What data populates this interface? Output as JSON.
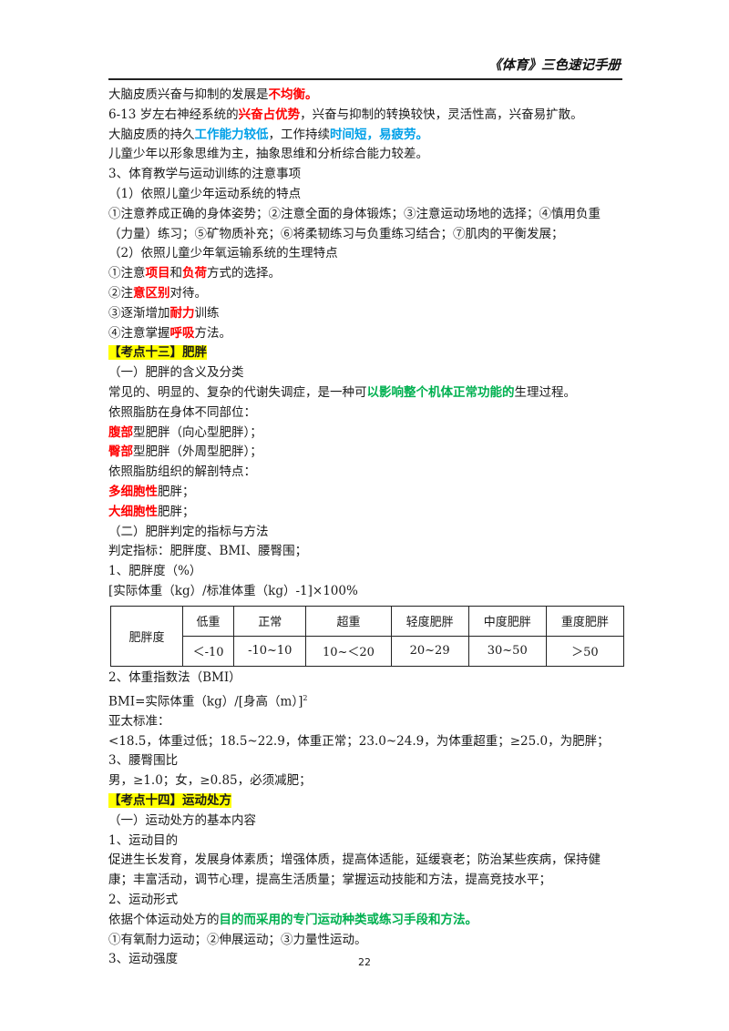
{
  "header": {
    "title": "《体育》三色速记手册"
  },
  "p1": {
    "a": "大脑皮质兴奋与抑制的发展是",
    "b": "不均衡。"
  },
  "p2": {
    "a": "6-13 岁左右神经系统的",
    "b": "兴奋占优势",
    "c": "，兴奋与抑制的转换较快，灵活性高，兴奋易扩散。"
  },
  "p3": {
    "a": "大脑皮质的持久",
    "b": "工作能力较低",
    "c": "，工作持续",
    "d": "时间短，易疲劳。"
  },
  "p4": "儿童少年以形象思维为主，抽象思维和分析综合能力较差。",
  "p5": "3、体育教学与运动训练的注意事项",
  "p6": "（1）依照儿童少年运动系统的特点",
  "p7": "①注意养成正确的身体姿势；②注意全面的身体锻炼；③注意运动场地的选择；④慎用负重",
  "p8": "（力量）练习；⑤矿物质补充；⑥将柔韧练习与负重练习结合；⑦肌肉的平衡发展；",
  "p9": "（2）依照儿童少年氧运输系统的生理特点",
  "p10": {
    "a": "①注意",
    "b": "项目",
    "c": "和",
    "d": "负荷",
    "e": "方式的选择。"
  },
  "p11": {
    "a": "②注",
    "b": "意区别",
    "c": "对待。"
  },
  "p12": {
    "a": "③逐渐增加",
    "b": "耐力",
    "c": "训练"
  },
  "p13": {
    "a": "④注意掌握",
    "b": "呼吸",
    "c": "方法。"
  },
  "kd13": {
    "label": "【考点十三】",
    "title": "肥胖"
  },
  "p14": "（一）肥胖的含义及分类",
  "p15": {
    "a": "常见的、明显的、复杂的代谢失调症，是一种可",
    "b": "以影响整个机体正常功能的",
    "c": "生理过程。"
  },
  "p16": "依照脂肪在身体不同部位：",
  "p17": {
    "a": "腹部",
    "b": "型肥胖（向心型肥胖）；"
  },
  "p18": {
    "a": "臀部",
    "b": "型肥胖（外周型肥胖）；"
  },
  "p19": "依照脂肪组织的解剖特点：",
  "p20": {
    "a": "多细胞性",
    "b": "肥胖；"
  },
  "p21": {
    "a": "大细胞性",
    "b": "肥胖；"
  },
  "p22": "（二）肥胖判定的指标与方法",
  "p23": "判定指标：肥胖度、BMI、腰臀围；",
  "p24": "1、肥胖度（%）",
  "p25": "[实际体重（kg）/标准体重（kg）-1]×100%",
  "table": {
    "row_header": "肥胖度",
    "headers": [
      "低重",
      "正常",
      "超重",
      "轻度肥胖",
      "中度肥胖",
      "重度肥胖"
    ],
    "values": [
      "＜-10",
      "-10~10",
      "10~＜20",
      "20~29",
      "30~50",
      "＞50"
    ]
  },
  "p26": "2、体重指数法（BMI）",
  "p27": {
    "a": "BMI=实际体重（kg）/[身高（m）]",
    "sup": "2"
  },
  "p28": "亚太标准：",
  "p29": "<18.5，体重过低；18.5~22.9，体重正常；23.0~24.9，为体重超重；≥25.0，为肥胖；",
  "p30": "3、腰臀围比",
  "p31": "男，≥1.0；女，≥0.85，必须减肥；",
  "kd14": {
    "label": "【考点十四】",
    "title": "运动处方"
  },
  "p32": "（一）运动处方的基本内容",
  "p33": "1、运动目的",
  "p34": "促进生长发育，发展身体素质；增强体质，提高体适能，延缓衰老；防治某些疾病，保持健",
  "p35": "康；丰富活动，调节心理，提高生活质量；掌握运动技能和方法，提高竞技水平；",
  "p36": "2、运动形式",
  "p37": {
    "a": "依据个体运动处方的",
    "b": "目的而采用的专门运动种类或练习手段和方法。"
  },
  "p38": "①有氧耐力运动；②伸展运动；③力量性运动。",
  "p39": "3、运动强度",
  "page_number": "22"
}
